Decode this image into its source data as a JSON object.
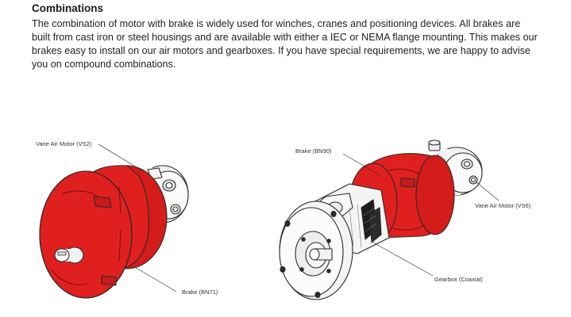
{
  "section": {
    "heading": "Combinations",
    "paragraph": "The combination of motor with brake is widely used for winches, cranes and positioning devices. All brakes are built from cast iron or steel housings and are available with either a IEC or NEMA flange mounting. This makes our brakes easy to install on our air motors and gearboxes. If you have special requirements, we are happy to advise you on compound combinations."
  },
  "figure_left": {
    "label_motor": "Vane Air Motor (VS2)",
    "label_brake": "Brake (BN71)"
  },
  "figure_right": {
    "label_brake": "Brake (BN90)",
    "label_motor": "Vane Air Motor (VS6)",
    "label_gearbox": "Gearbox (Coaxial)"
  },
  "colors": {
    "brake_red": "#e0201f",
    "outline": "#2a2a2a",
    "metal": "#f2f2f2"
  }
}
